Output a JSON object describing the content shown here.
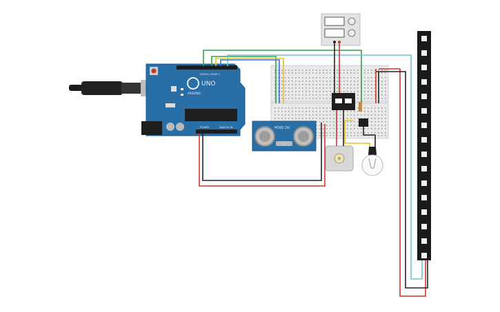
{
  "arduino": {
    "logo_text": "UNO",
    "brand_text": "ARDUINO",
    "digital_label": "DIGITAL (PWM~)",
    "power_label": "POWER",
    "analog_label": "ANALOG IN",
    "board_color": "#2a6ea6",
    "chip_color": "#1e1e1e"
  },
  "ultrasonic": {
    "model_text": "HC-SR04",
    "board_color": "#2a6ea6"
  },
  "colors": {
    "wire_red": "#d3342c",
    "wire_black": "#222222",
    "wire_green": "#2ea043",
    "wire_yellow": "#e6c21a",
    "wire_blue": "#3b6fd8",
    "wire_cyan": "#6cc5cf",
    "breadboard": "#e9e9e9",
    "led_strip": "#1a1a1a"
  },
  "icons": [
    "usb-cable-icon",
    "power-supply-icon",
    "dc-motor-icon",
    "light-bulb-icon",
    "relay-icon",
    "transistor-icon",
    "led-strip-icon"
  ]
}
